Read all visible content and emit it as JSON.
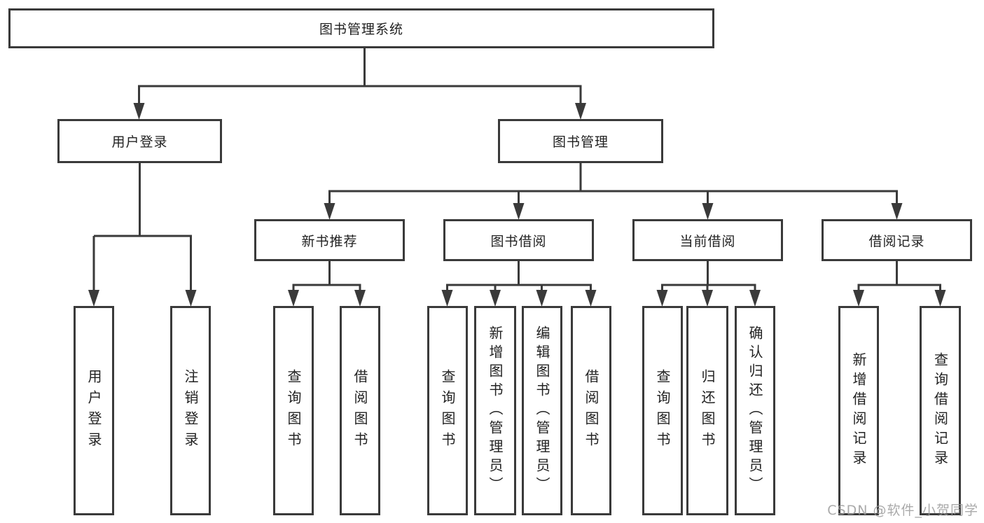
{
  "nodes": {
    "root": "图书管理系统",
    "user_login": "用户登录",
    "book_manage": "图书管理",
    "new_book_recommend": "新书推荐",
    "book_borrow": "图书借阅",
    "current_borrow": "当前借阅",
    "borrow_records": "借阅记录",
    "leaves": {
      "login": [
        "用户登录",
        "注销登录"
      ],
      "recommend": [
        "查询图书",
        "借阅图书"
      ],
      "borrow": [
        "查询图书",
        "新增图书（管理员）",
        "编辑图书（管理员）",
        "借阅图书"
      ],
      "current": [
        "查询图书",
        "归还图书",
        "确认归还（管理员）"
      ],
      "records": [
        "新增借阅记录",
        "查询借阅记录"
      ]
    }
  },
  "watermark": "CSDN @软件_小贺同学",
  "colors": {
    "line": "#3a3a3a",
    "text": "#222222",
    "watermark": "#9b9b9b",
    "background": "#ffffff"
  }
}
